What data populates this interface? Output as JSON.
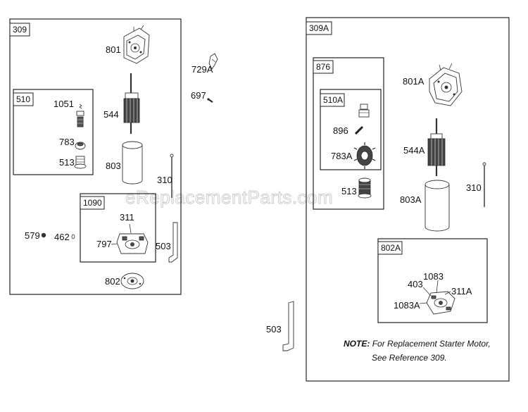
{
  "watermark": "eReplacementParts.com",
  "groups": {
    "g309": "309",
    "g510": "510",
    "g1090": "1090",
    "g309A": "309A",
    "g876": "876",
    "g510A": "510A",
    "g802A": "802A"
  },
  "labels": {
    "p801": "801",
    "p729A": "729A",
    "p697": "697",
    "p1051": "1051",
    "p544": "544",
    "p783": "783",
    "p513": "513",
    "p803": "803",
    "p310": "310",
    "p311": "311",
    "p579": "579",
    "p462": "462",
    "p797": "797",
    "p503": "503",
    "p802": "802",
    "p503_outside": "503",
    "p801A": "801A",
    "p896": "896",
    "p783A": "783A",
    "p544A": "544A",
    "p513_right": "513",
    "p310_right": "310",
    "p803A": "803A",
    "p1083": "1083",
    "p403": "403",
    "p311A": "311A",
    "p1083A": "1083A"
  },
  "note": {
    "prefix": "NOTE:",
    "line1": "For Replacement Starter Motor,",
    "line2": "See Reference 309."
  }
}
